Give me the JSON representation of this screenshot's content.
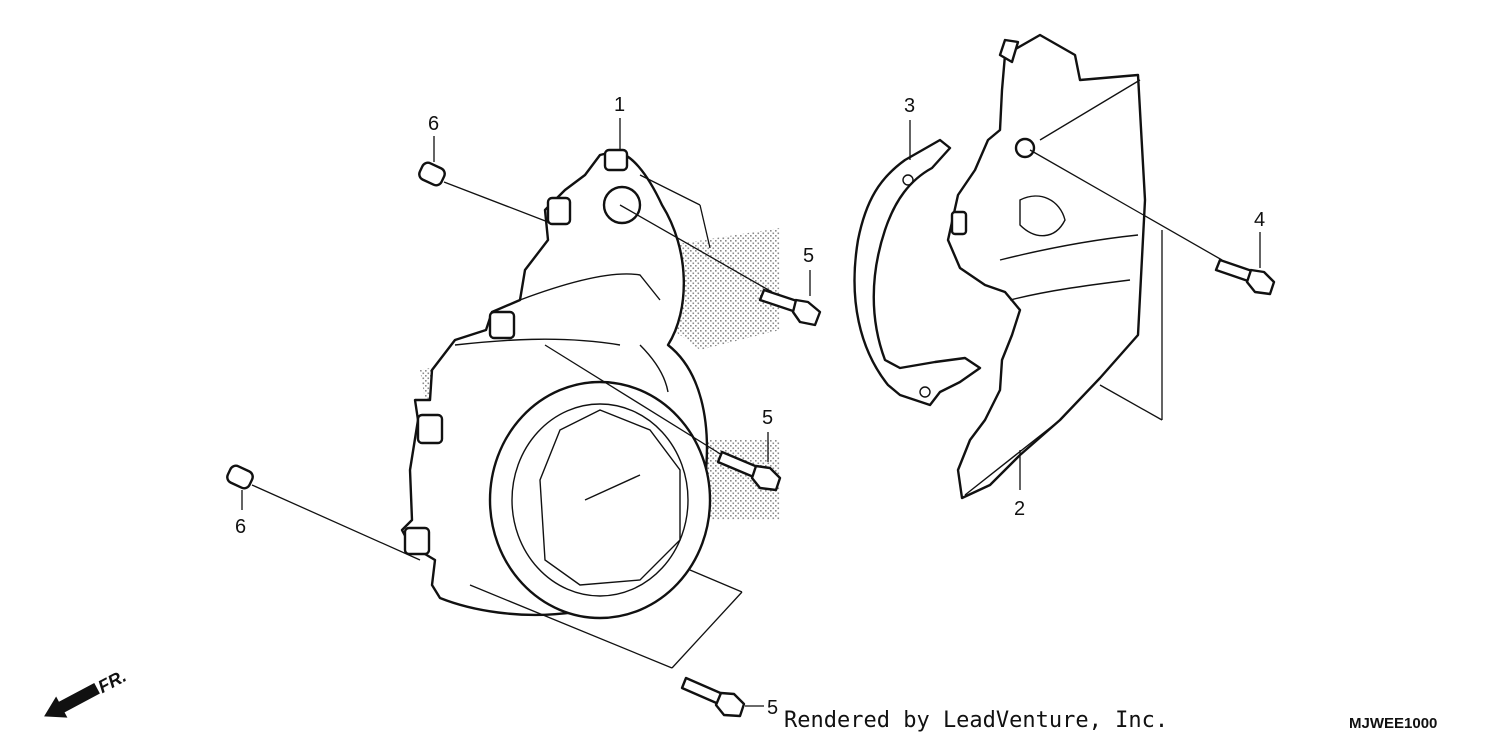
{
  "callouts": {
    "p1": "1",
    "p2": "2",
    "p3": "3",
    "p4": "4",
    "p5a": "5",
    "p5b": "5",
    "p5c": "5",
    "p6a": "6",
    "p6b": "6"
  },
  "front_arrow": {
    "label": "FR."
  },
  "footer": {
    "credit": "Rendered by LeadVenture, Inc.",
    "code": "MJWEE1000"
  }
}
